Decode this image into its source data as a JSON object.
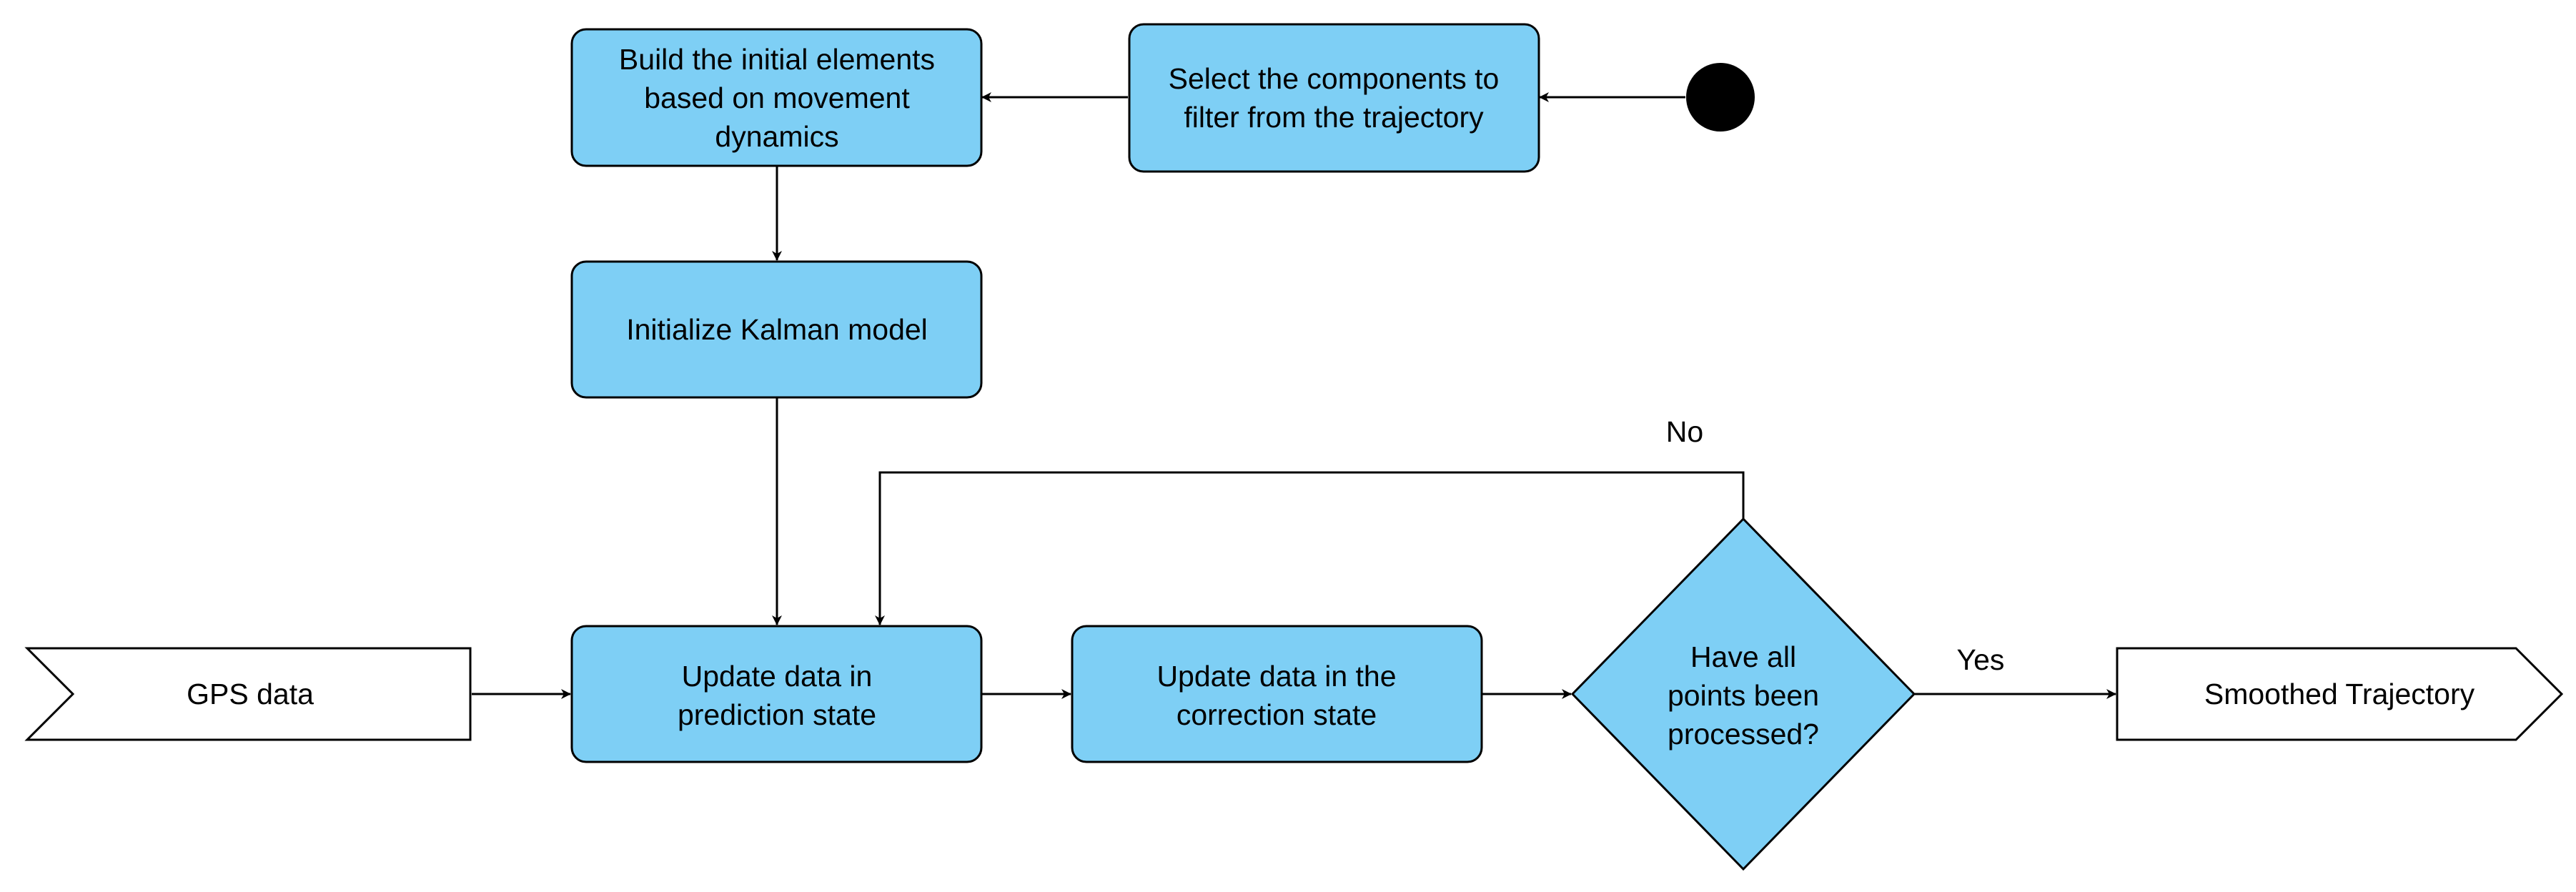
{
  "colors": {
    "node_fill": "#7ecff5",
    "stroke": "#000000",
    "io_fill": "#ffffff",
    "background": "#ffffff",
    "start_fill": "#000000"
  },
  "nodes": {
    "start": {
      "shape": "filled-circle"
    },
    "select_components": {
      "lines": [
        "Select the components to",
        "filter from the trajectory"
      ]
    },
    "build_initial": {
      "lines": [
        "Build the initial elements",
        "based on movement",
        "dynamics"
      ]
    },
    "init_kalman": {
      "lines": [
        "Initialize Kalman model"
      ]
    },
    "gps_data": {
      "lines": [
        "GPS data"
      ]
    },
    "update_prediction": {
      "lines": [
        "Update data in",
        "prediction state"
      ]
    },
    "update_correction": {
      "lines": [
        "Update data in the",
        "correction state"
      ]
    },
    "decision": {
      "lines": [
        "Have all",
        "points been",
        "processed?"
      ]
    },
    "smoothed": {
      "lines": [
        "Smoothed Trajectory"
      ]
    }
  },
  "edges": {
    "no_label": "No",
    "yes_label": "Yes"
  }
}
